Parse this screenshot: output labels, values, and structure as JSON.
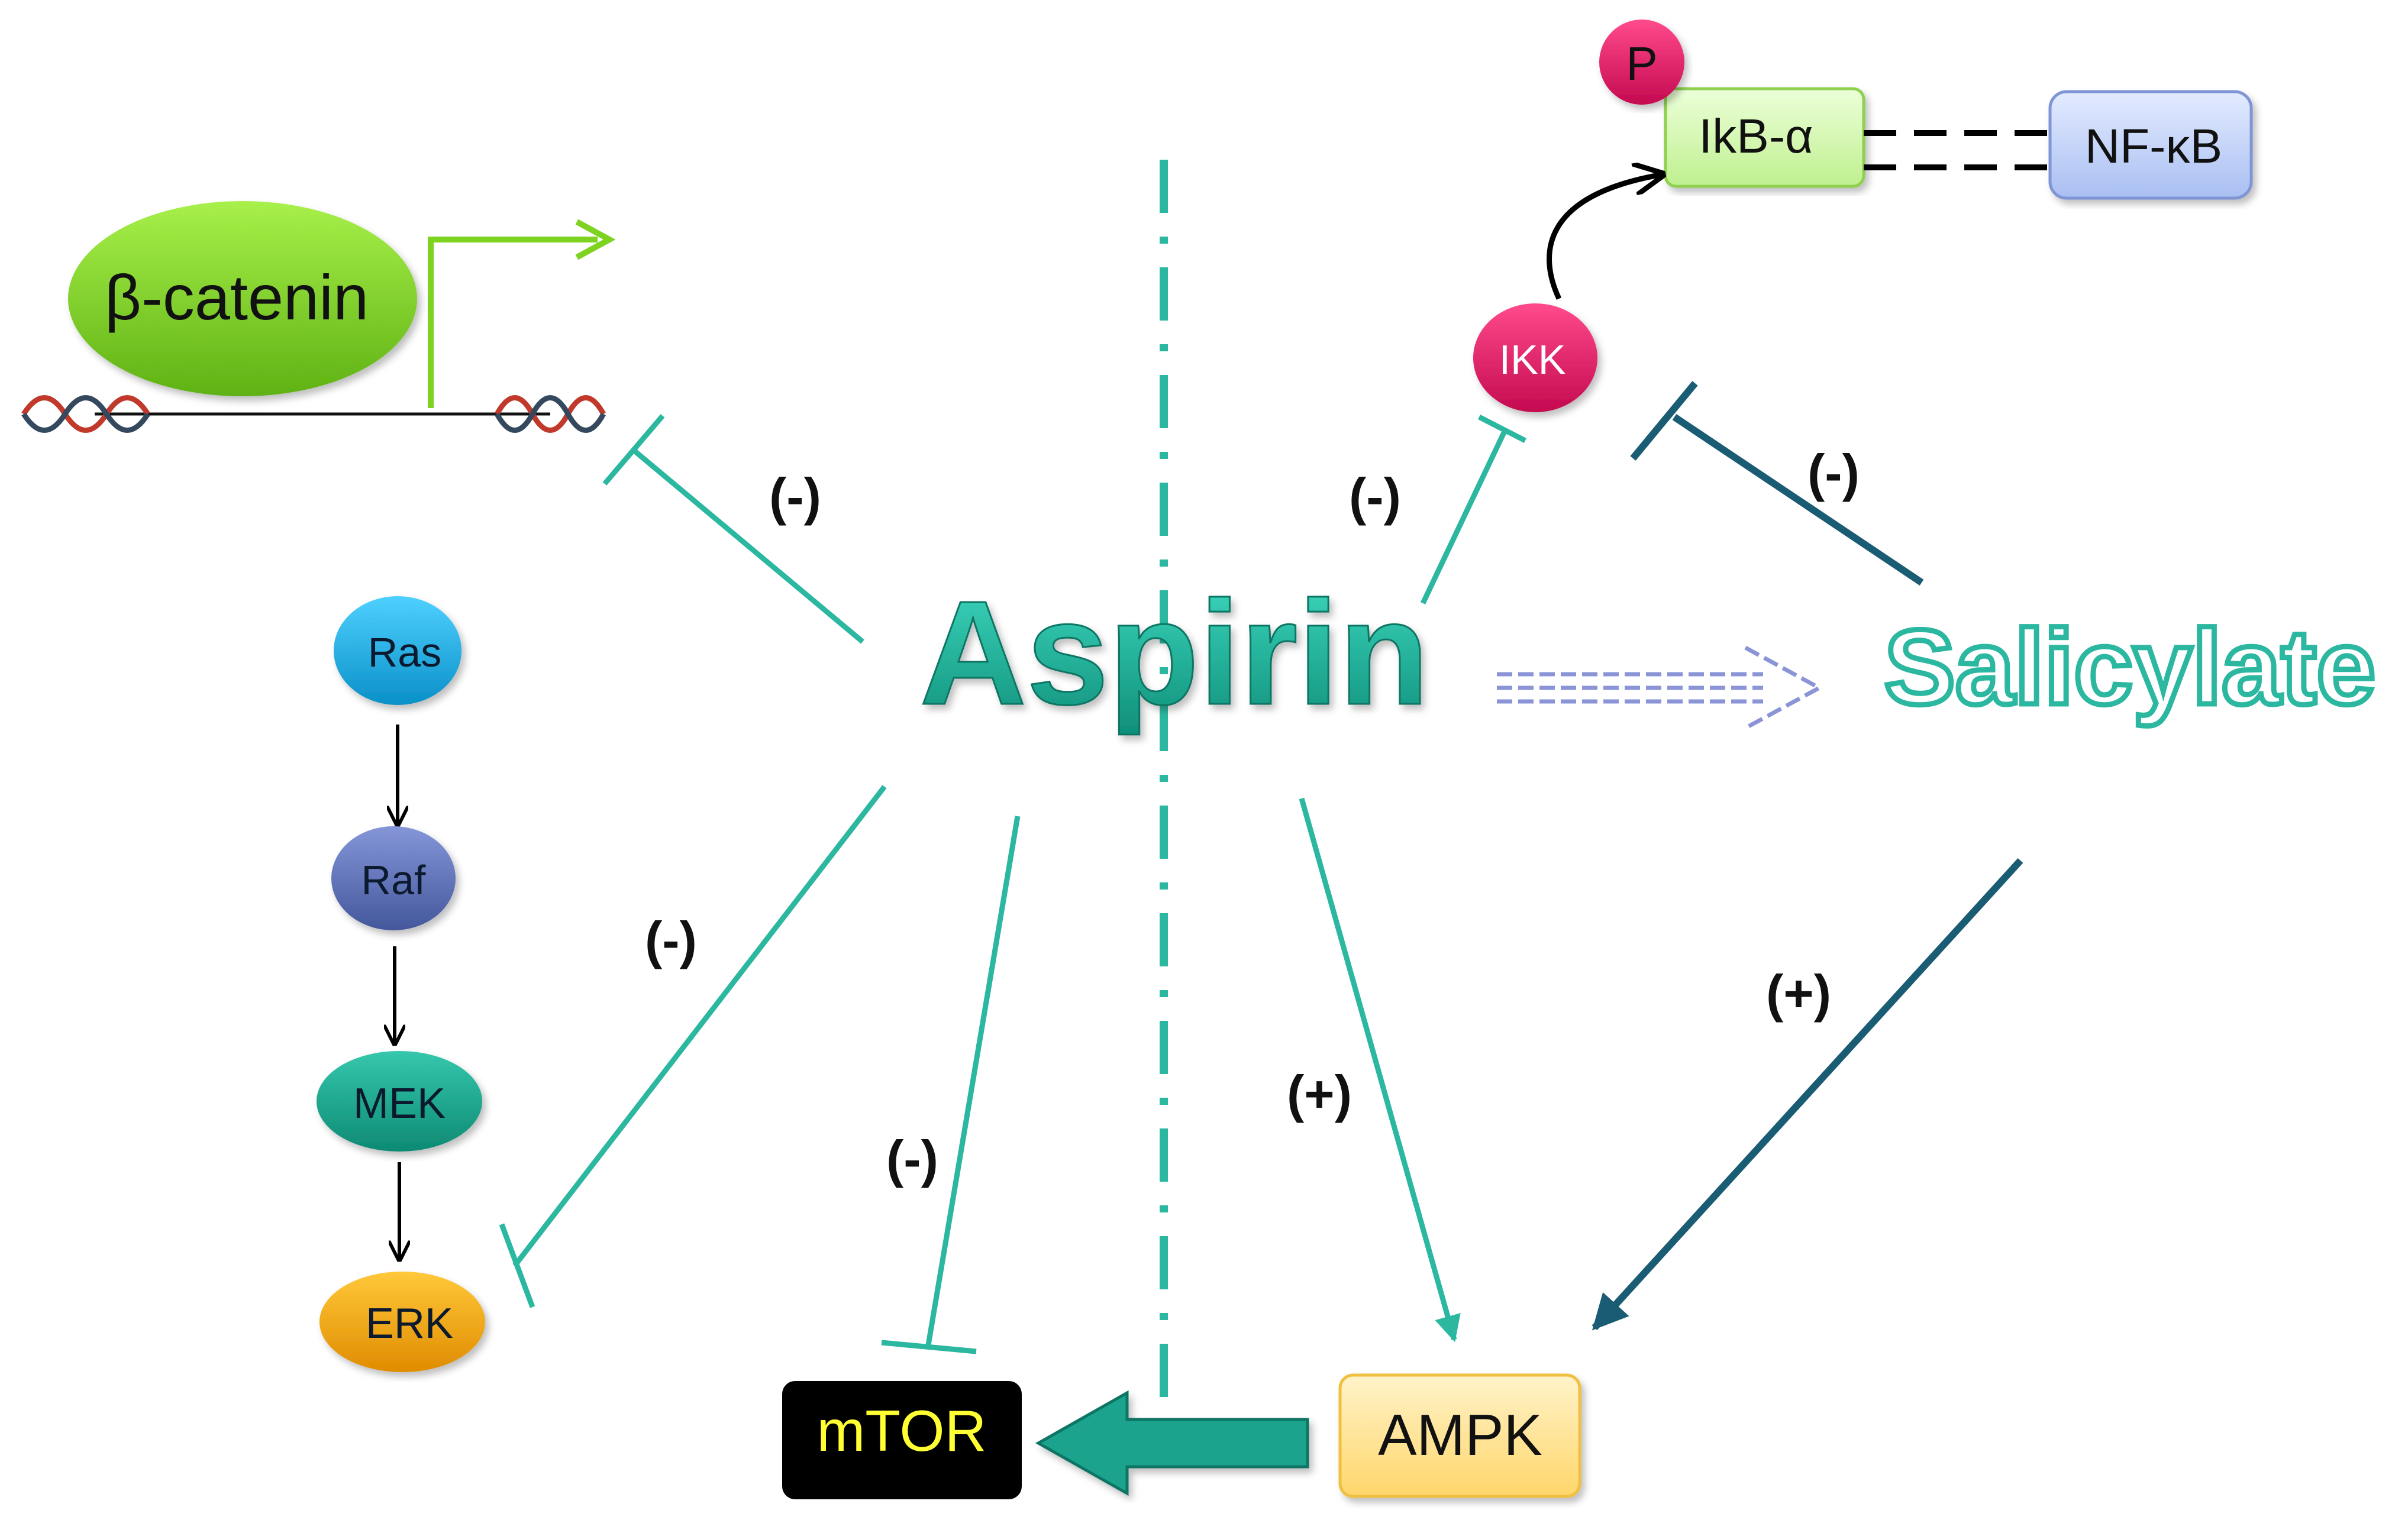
{
  "nodes": {
    "aspirin": "Aspirin",
    "salicylate": "Salicylate",
    "beta_catenin": "β-catenin",
    "ras": "Ras",
    "raf": "Raf",
    "mek": "MEK",
    "erk": "ERK",
    "mtor": "mTOR",
    "ampk": "AMPK",
    "ikk": "IKK",
    "ikb_alpha": "IkB-α",
    "nf_kb": "NF-κB",
    "phospho": "P"
  },
  "effects": {
    "aspirin_beta_catenin": "(-)",
    "aspirin_erk": "(-)",
    "aspirin_mtor": "(-)",
    "aspirin_ampk": "(+)",
    "aspirin_ikk": "(-)",
    "salicylate_ikk": "(-)",
    "salicylate_ampk": "(+)"
  },
  "colors": {
    "teal": "#2bb7a0",
    "dark_teal": "#1a5c73",
    "green": "#7ed321",
    "pink": "#e0115f",
    "ras": "#1ab0e6",
    "raf": "#5b6fb5",
    "mek": "#17a088",
    "erk": "#f0a500",
    "ampk_fill": "#ffe8a8",
    "ikb_fill": "#d4f7b0",
    "nfkb_fill": "#c7d6f7",
    "mtor_fill": "#000000",
    "mtor_text": "#ffff33"
  }
}
